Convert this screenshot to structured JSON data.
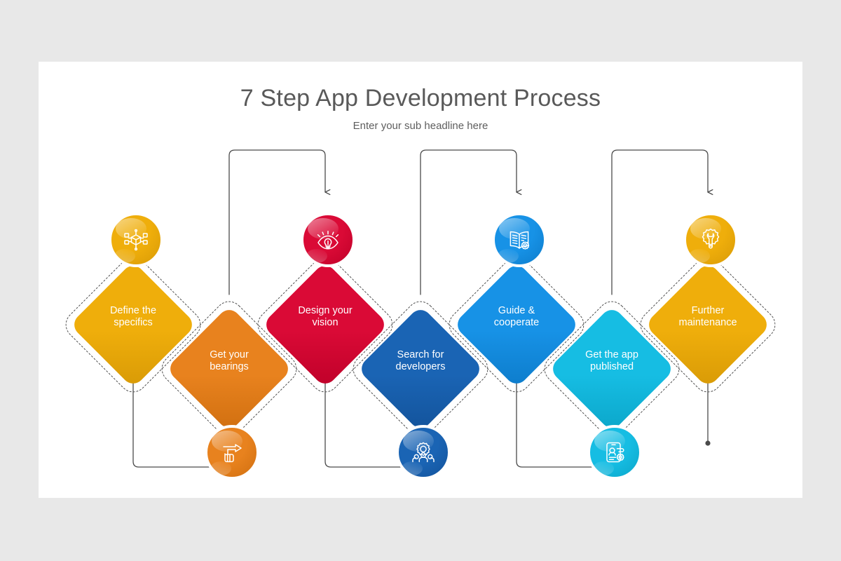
{
  "header": {
    "title": "7 Step App Development Process",
    "subtitle": "Enter your sub headline here"
  },
  "theme": {
    "page_background": "#e8e8e8",
    "card_background": "#ffffff",
    "title_color": "#595959",
    "subtitle_color": "#5e5e5e",
    "connector_color": "#4a4a4a",
    "dashed_outline_color": "#4a4a4a",
    "label_color": "#ffffff"
  },
  "steps": [
    {
      "index": 1,
      "label": "Define the\nspecifics",
      "color": "#efae0b",
      "color_dark": "#d89a06",
      "position": "up",
      "icon": "network-box-icon"
    },
    {
      "index": 2,
      "label": "Get your\nbearings",
      "color": "#e8821e",
      "color_dark": "#d06f10",
      "position": "down",
      "icon": "hand-pointing-right-icon"
    },
    {
      "index": 3,
      "label": "Design your\nvision",
      "color": "#da0a36",
      "color_dark": "#bf0029",
      "position": "up",
      "icon": "lightbulb-vision-icon"
    },
    {
      "index": 4,
      "label": "Search for\ndevelopers",
      "color": "#1a64b4",
      "color_dark": "#13539b",
      "position": "down",
      "icon": "team-gear-icon"
    },
    {
      "index": 5,
      "label": "Guide &\ncooperate",
      "color": "#1792e6",
      "color_dark": "#0d7ccb",
      "position": "up",
      "icon": "book-gear-icon"
    },
    {
      "index": 6,
      "label": "Get the app\npublished",
      "color": "#16bde3",
      "color_dark": "#0ba6c9",
      "position": "down",
      "icon": "mobile-profile-gear-icon"
    },
    {
      "index": 7,
      "label": "Further\nmaintenance",
      "color": "#efae0b",
      "color_dark": "#d89a06",
      "position": "up",
      "icon": "gear-wrench-icon"
    }
  ],
  "connectors": [
    {
      "from": 1,
      "to": 2,
      "direction": "down-up",
      "arrow": "up"
    },
    {
      "from": 2,
      "to": 3,
      "direction": "up-down",
      "arrow": "down"
    },
    {
      "from": 3,
      "to": 4,
      "direction": "down-up",
      "arrow": "up"
    },
    {
      "from": 4,
      "to": 5,
      "direction": "up-down",
      "arrow": "down"
    },
    {
      "from": 5,
      "to": 6,
      "direction": "down-up",
      "arrow": "up"
    },
    {
      "from": 6,
      "to": 7,
      "direction": "up-down",
      "arrow": "down"
    },
    {
      "from": 7,
      "to": "end",
      "direction": "terminator",
      "arrow": "dot"
    }
  ]
}
